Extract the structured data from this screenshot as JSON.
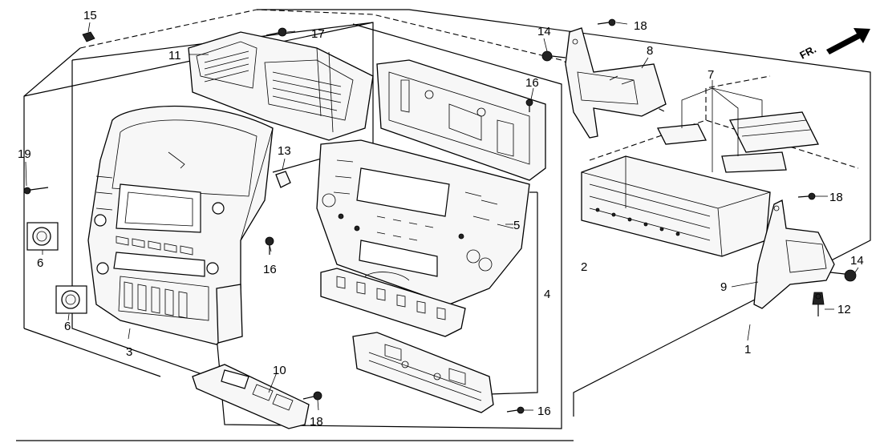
{
  "callouts": {
    "c1": "1",
    "c2": "2",
    "c3": "3",
    "c4": "4",
    "c5": "5",
    "c6a": "6",
    "c6b": "6",
    "c7": "7",
    "c8": "8",
    "c9": "9",
    "c10": "10",
    "c11": "11",
    "c12": "12",
    "c13": "13",
    "c14a": "14",
    "c14b": "14",
    "c15": "15",
    "c16a": "16",
    "c16b": "16",
    "c16c": "16",
    "c17": "17",
    "c18a": "18",
    "c18b": "18",
    "c18c": "18",
    "c19": "19"
  },
  "direction_marker": {
    "label": "FR."
  }
}
